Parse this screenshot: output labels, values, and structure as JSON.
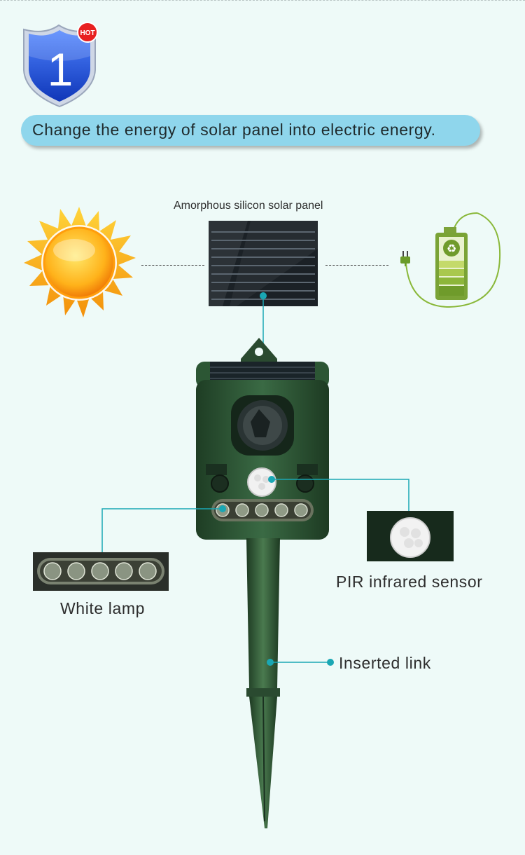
{
  "badge": {
    "number": "1",
    "tag": "HOT"
  },
  "banner": {
    "text": "Change the energy of solar panel into electric energy."
  },
  "labels": {
    "solar_panel": "Amorphous silicon solar panel",
    "white_lamp": "White lamp",
    "pir_sensor": "PIR infrared sensor",
    "inserted_link": "Inserted link"
  },
  "colors": {
    "background": "#eefaf8",
    "banner": "#8fd6ec",
    "callout_line": "#1aa7b4",
    "device_green": "#2f5a38",
    "badge_blue": "#1e4fd6",
    "battery_green": "#6a8e2a"
  },
  "icons": [
    "sun-icon",
    "battery-icon",
    "plug-icon",
    "recycle-icon"
  ]
}
